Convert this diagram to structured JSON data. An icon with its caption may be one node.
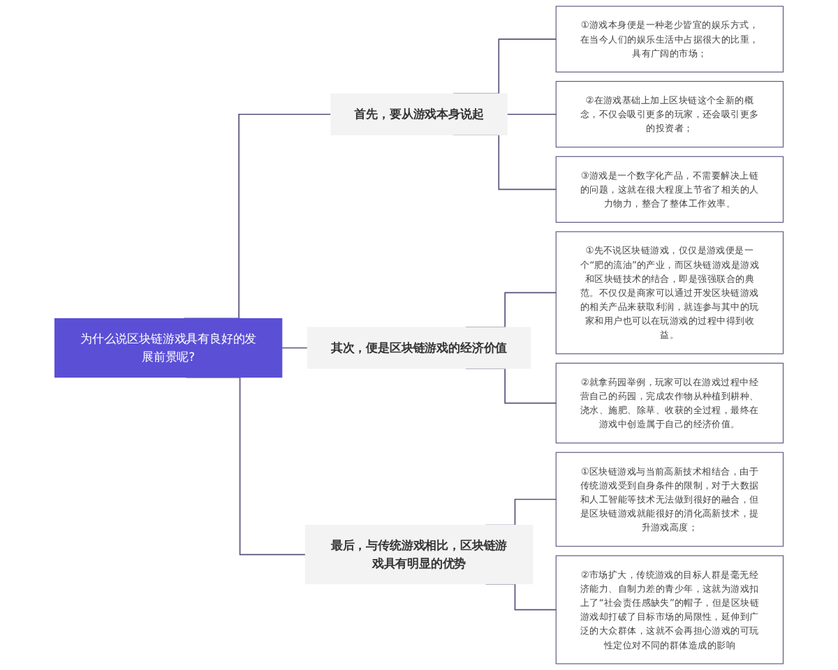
{
  "diagram": {
    "nodes": [
      {
        "text": [
          "为什么说区块链游戏具有良好的发展前景呢?"
        ]
      },
      {
        "text": [
          "首先，要从游戏本身说起"
        ]
      },
      {
        "text": [
          "①游戏本身便是一种老少皆宜的娱乐方式，在当今人们的娱乐生活中占据很大的比重，具有广阔的市场；"
        ]
      },
      {
        "text": [
          "②在游戏基础上加上区块链这个全新的概念，不仅会吸引更多的玩家，还会吸引更多的投资者；"
        ]
      },
      {
        "text": [
          "③游戏是一个数字化产品，不需要解决上链的问题，这就在很大程度上节省了相关的人力物力，整合了整体工作效率。"
        ]
      },
      {
        "text": [
          "其次，便是区块链游戏的经济价值"
        ]
      },
      {
        "text": [
          "①先不说区块链游戏，仅仅是游戏便是一个“肥的流油”的产业，而区块链游戏是游戏和区块链技术的结合，即是强强联合的典范。不仅仅是商家可以通过开发区块链游戏的相关产品来获取利润，就连参与其中的玩家和用户也可以在玩游戏的过程中得到收益。"
        ]
      },
      {
        "text": [
          "②就拿药园举例，玩家可以在游戏过程中经营自己的药园，完成农作物从种植到耕种、浇水、施肥、除草、收获的全过程，最终在游戏中创造属于自己的经济价值。"
        ]
      },
      {
        "text": [
          "最后，与传统游戏相比，区块链游戏具有明显的优势"
        ]
      },
      {
        "text": [
          "①区块链游戏与当前高新技术相结合，由于传统游戏受到自身条件的限制，对于大数据和人工智能等技术无法做到很好的融合，但是区块链游戏就能很好的消化高新技术，提升游戏高度；"
        ]
      },
      {
        "text": [
          "②市场扩大，传统游戏的目标人群是毫无经济能力、自制力差的青少年，这就为游戏扣上了“社会责任感缺失”的帽子，但是区块链游戏却打破了目标市场的局限性，延伸到广泛的大众群体，这就不会再担心游戏的可玩性定位对不同的群体造成的影响"
        ]
      }
    ],
    "edges": [
      {
        "from": 0,
        "to": 1,
        "arrow": "none"
      },
      {
        "from": 0,
        "to": 5,
        "arrow": "none"
      },
      {
        "from": 0,
        "to": 8,
        "arrow": "none"
      },
      {
        "from": 1,
        "to": 2,
        "arrow": "none"
      },
      {
        "from": 1,
        "to": 3,
        "arrow": "none"
      },
      {
        "from": 1,
        "to": 4,
        "arrow": "none"
      },
      {
        "from": 5,
        "to": 6,
        "arrow": "none"
      },
      {
        "from": 5,
        "to": 7,
        "arrow": "none"
      },
      {
        "from": 8,
        "to": 9,
        "arrow": "none"
      },
      {
        "from": 8,
        "to": 10,
        "arrow": "none"
      }
    ]
  }
}
